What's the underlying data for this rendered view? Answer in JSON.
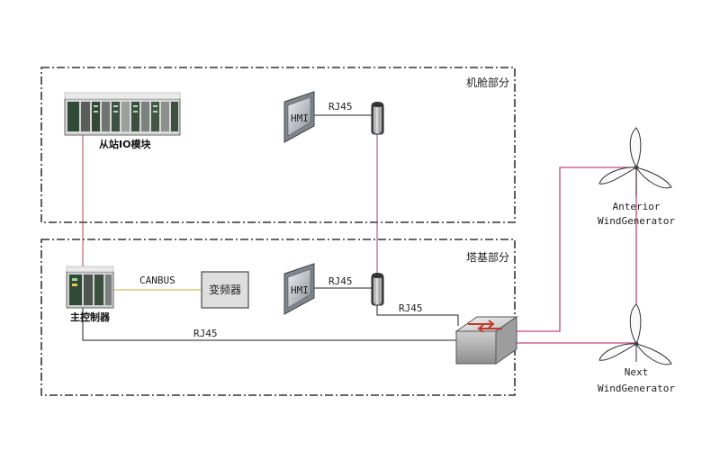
{
  "zones": {
    "nacelle": {
      "label": "机舱部分"
    },
    "tower_base": {
      "label": "塔基部分"
    }
  },
  "devices": {
    "slave_io": {
      "label": "从站IO模块"
    },
    "main_controller": {
      "label": "主控制器"
    },
    "inverter": {
      "label": "变频器"
    },
    "hmi_top": {
      "label": "HMI"
    },
    "hmi_bottom": {
      "label": "HMI"
    }
  },
  "links": {
    "canbus": "CANBUS",
    "rj45_top": "RJ45",
    "rj45_bottom": "RJ45",
    "rj45_switch": "RJ45",
    "rj45_controller": "RJ45"
  },
  "turbines": {
    "anterior": {
      "line1": "Anterior",
      "line2": "WindGenerator"
    },
    "next": {
      "line1": "Next",
      "line2": "WindGenerator"
    }
  },
  "colors": {
    "wire_dark": "#222222",
    "wire_red": "#a3485a",
    "wire_magenta": "#c2487b",
    "wire_canbus": "#d9cc7a"
  }
}
